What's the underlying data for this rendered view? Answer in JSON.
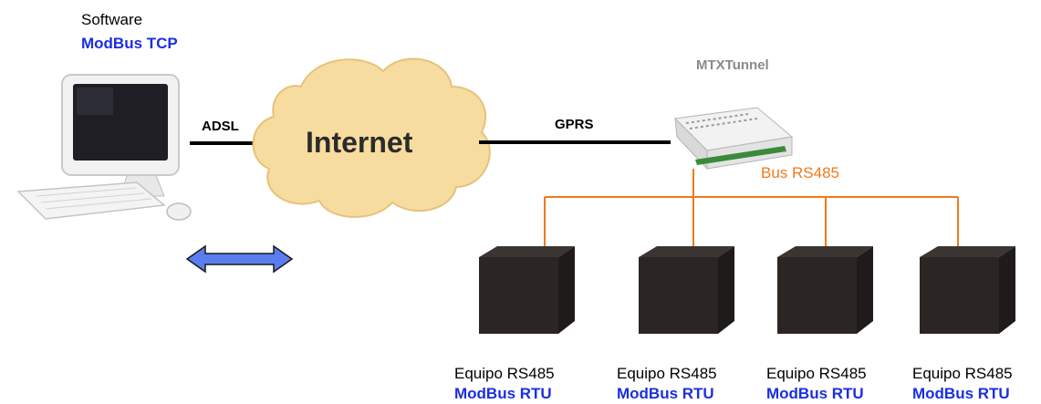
{
  "software": {
    "title": "Software",
    "protocol": "ModBus TCP"
  },
  "connections": {
    "adsl": "ADSL",
    "cloud": "Internet",
    "gprs": "GPRS"
  },
  "gateway": {
    "name": "MTXTunnel",
    "bus": "Bus RS485"
  },
  "devices": [
    {
      "name": "Equipo RS485",
      "protocol": "ModBus RTU"
    },
    {
      "name": "Equipo RS485",
      "protocol": "ModBus RTU"
    },
    {
      "name": "Equipo RS485",
      "protocol": "ModBus RTU"
    },
    {
      "name": "Equipo RS485",
      "protocol": "ModBus RTU"
    }
  ],
  "colors": {
    "blue_text": "#1a2fe0",
    "bus_line": "#f07a1c",
    "cloud": "#f7dca0",
    "arrow": "#5a7df0"
  }
}
